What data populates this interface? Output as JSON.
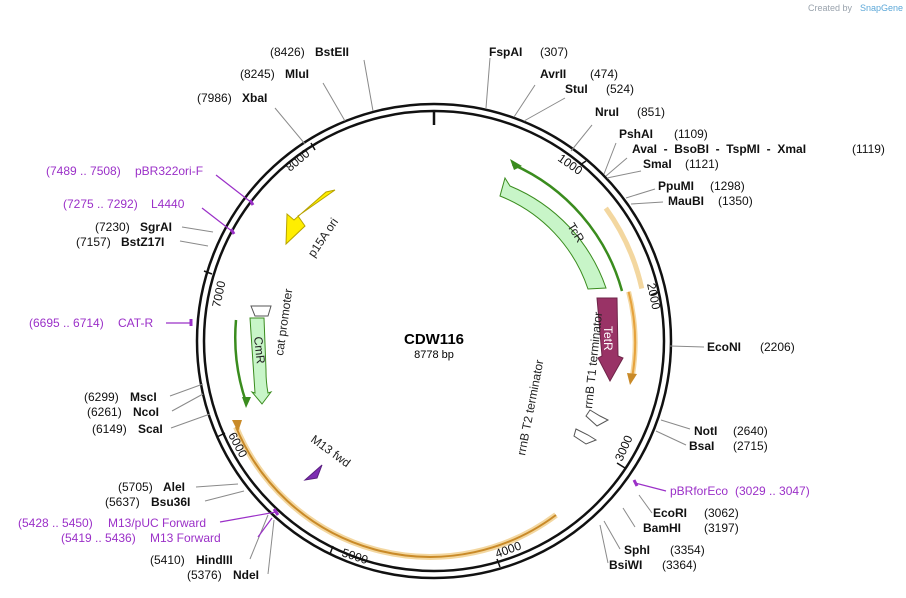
{
  "credit": {
    "prefix": "Created by",
    "logo": "SnapGene"
  },
  "plasmid": {
    "name": "CDW116",
    "length_label": "8778 bp",
    "length": 8778
  },
  "ticks": [
    "1000",
    "2000",
    "3000",
    "4000",
    "5000",
    "6000",
    "7000",
    "8000"
  ],
  "sites": [
    {
      "name": "BstEII",
      "pos": "(8426)"
    },
    {
      "name": "MluI",
      "pos": "(8245)"
    },
    {
      "name": "XbaI",
      "pos": "(7986)"
    },
    {
      "name": "FspAI",
      "pos": "(307)"
    },
    {
      "name": "AvrII",
      "pos": "(474)"
    },
    {
      "name": "StuI",
      "pos": "(524)"
    },
    {
      "name": "NruI",
      "pos": "(851)"
    },
    {
      "name": "PshAI",
      "pos": "(1109)"
    },
    {
      "name": "AvaI  -  BsoBI  -  TspMI  -  XmaI",
      "pos": "(1119)"
    },
    {
      "name": "SmaI",
      "pos": "(1121)"
    },
    {
      "name": "PpuMI",
      "pos": "(1298)"
    },
    {
      "name": "MauBI",
      "pos": "(1350)"
    },
    {
      "name": "EcoNI",
      "pos": "(2206)"
    },
    {
      "name": "NotI",
      "pos": "(2640)"
    },
    {
      "name": "BsaI",
      "pos": "(2715)"
    },
    {
      "name": "EcoRI",
      "pos": "(3062)"
    },
    {
      "name": "BamHI",
      "pos": "(3197)"
    },
    {
      "name": "SphI",
      "pos": "(3354)"
    },
    {
      "name": "BsiWI",
      "pos": "(3364)"
    },
    {
      "name": "SgrAI",
      "pos": "(7230)"
    },
    {
      "name": "BstZ17I",
      "pos": "(7157)"
    },
    {
      "name": "MscI",
      "pos": "(6299)"
    },
    {
      "name": "NcoI",
      "pos": "(6261)"
    },
    {
      "name": "ScaI",
      "pos": "(6149)"
    },
    {
      "name": "AleI",
      "pos": "(5705)"
    },
    {
      "name": "Bsu36I",
      "pos": "(5637)"
    },
    {
      "name": "HindIII",
      "pos": "(5410)"
    },
    {
      "name": "NdeI",
      "pos": "(5376)"
    }
  ],
  "primers": [
    {
      "name": "pBR322ori-F",
      "range": "(7489 .. 7508)"
    },
    {
      "name": "L4440",
      "range": "(7275 .. 7292)"
    },
    {
      "name": "CAT-R",
      "range": "(6695 .. 6714)"
    },
    {
      "name": "pBRforEco",
      "range": "(3029 .. 3047)"
    },
    {
      "name": "M13/pUC Forward",
      "range": "(5428 .. 5450)"
    },
    {
      "name": "M13 Forward",
      "range": "(5419 .. 5436)"
    }
  ],
  "features": {
    "tcr": "TcR",
    "tetr": "TetR",
    "p15a": "p15A ori",
    "cmr": "CmR",
    "cat_promoter": "cat promoter",
    "rrnb_t1": "rrnB T1 terminator",
    "rrnb_t2": "rrnB T2 terminator",
    "m13fwd": "M13 fwd"
  },
  "colors": {
    "tcr": "#c8f5c8",
    "tetr": "#993366",
    "p15a": "#ffee00",
    "cmr": "#c8f5c8",
    "orf_green": "#3a8c1e",
    "orf_orange": "#e6a23c",
    "primer": "#9b30c8",
    "backbone": "#111111"
  }
}
